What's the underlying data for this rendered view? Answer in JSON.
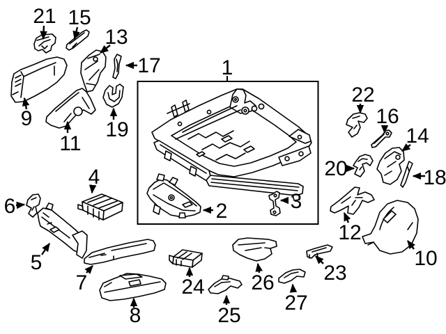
{
  "diagram": {
    "kind": "exploded-parts-diagram",
    "background": "#ffffff",
    "line_color": "#000000",
    "callouts": [
      {
        "num": "1"
      },
      {
        "num": "2"
      },
      {
        "num": "3"
      },
      {
        "num": "4"
      },
      {
        "num": "5"
      },
      {
        "num": "6"
      },
      {
        "num": "7"
      },
      {
        "num": "8"
      },
      {
        "num": "9"
      },
      {
        "num": "10"
      },
      {
        "num": "11"
      },
      {
        "num": "12"
      },
      {
        "num": "13"
      },
      {
        "num": "14"
      },
      {
        "num": "15"
      },
      {
        "num": "16"
      },
      {
        "num": "17"
      },
      {
        "num": "18"
      },
      {
        "num": "19"
      },
      {
        "num": "20"
      },
      {
        "num": "21"
      },
      {
        "num": "22"
      },
      {
        "num": "23"
      },
      {
        "num": "24"
      },
      {
        "num": "25"
      },
      {
        "num": "26"
      },
      {
        "num": "27"
      }
    ]
  }
}
